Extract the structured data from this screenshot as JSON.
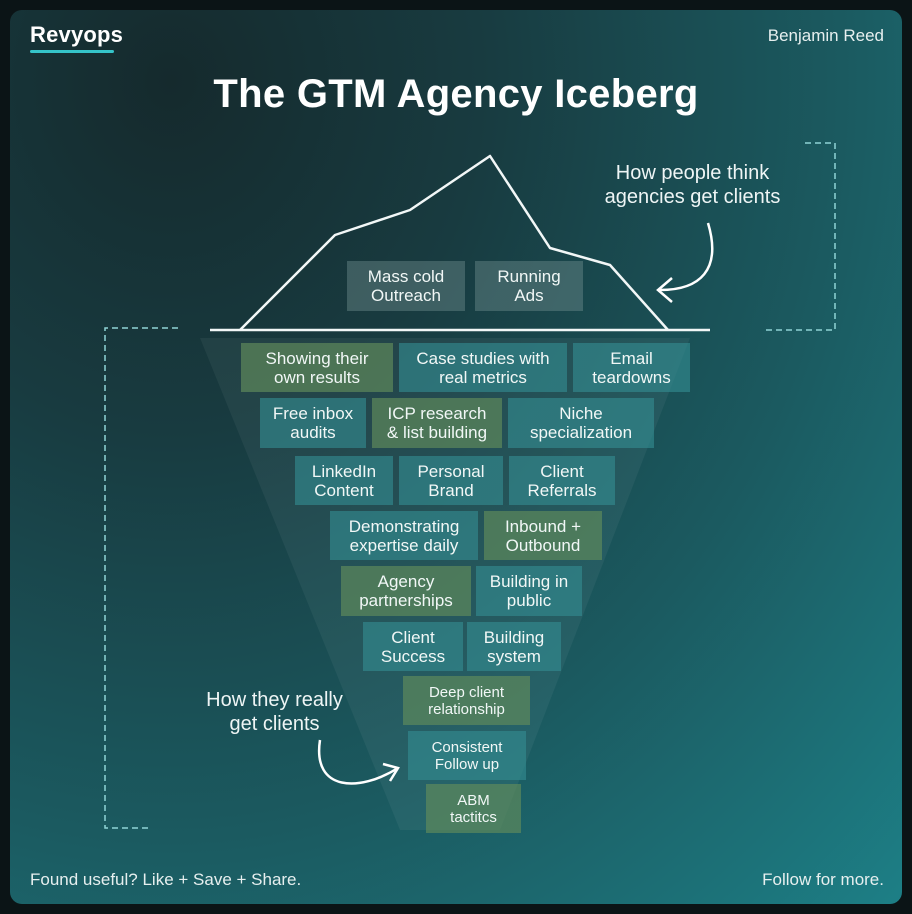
{
  "header": {
    "brand": "Revyops",
    "author": "Benjamin Reed",
    "title": "The GTM Agency Iceberg"
  },
  "labels": {
    "tip_line1": "How people think",
    "tip_line2": "agencies get clients",
    "under_line1": "How they really",
    "under_line2": "get clients"
  },
  "tip_items": [
    {
      "line1": "Mass cold",
      "line2": "Outreach"
    },
    {
      "line1": "Running",
      "line2": "Ads"
    }
  ],
  "underwater_rows": [
    [
      {
        "line1": "Showing their",
        "line2": "own results",
        "color": "green"
      },
      {
        "line1": "Case studies with",
        "line2": "real metrics",
        "color": "teal"
      },
      {
        "line1": "Email",
        "line2": "teardowns",
        "color": "teal"
      }
    ],
    [
      {
        "line1": "Free inbox",
        "line2": "audits",
        "color": "teal"
      },
      {
        "line1": "ICP research",
        "line2": "& list building",
        "color": "green"
      },
      {
        "line1": "Niche",
        "line2": "specialization",
        "color": "teal"
      }
    ],
    [
      {
        "line1": "LinkedIn",
        "line2": "Content",
        "color": "teal"
      },
      {
        "line1": "Personal",
        "line2": "Brand",
        "color": "teal"
      },
      {
        "line1": "Client",
        "line2": "Referrals",
        "color": "teal"
      }
    ],
    [
      {
        "line1": "Demonstrating",
        "line2": "expertise daily",
        "color": "teal"
      },
      {
        "line1": "Inbound +",
        "line2": "Outbound",
        "color": "green"
      }
    ],
    [
      {
        "line1": "Agency",
        "line2": "partnerships",
        "color": "green"
      },
      {
        "line1": "Building in",
        "line2": "public",
        "color": "teal"
      }
    ],
    [
      {
        "line1": "Client",
        "line2": "Success",
        "color": "teal"
      },
      {
        "line1": "Building",
        "line2": "system",
        "color": "teal"
      }
    ],
    [
      {
        "line1": "Deep client",
        "line2": "relationship",
        "color": "green"
      }
    ],
    [
      {
        "line1": "Consistent",
        "line2": "Follow up",
        "color": "teal"
      }
    ],
    [
      {
        "line1": "ABM",
        "line2": "tactitcs",
        "color": "green"
      }
    ]
  ],
  "footer": {
    "left": "Found useful? Like + Save + Share.",
    "right": "Follow for more."
  },
  "colors": {
    "teal_box": "#348c92",
    "green_box": "#608a5c",
    "bracket": "#8fd3d5",
    "brand_accent": "#35c4c9"
  }
}
